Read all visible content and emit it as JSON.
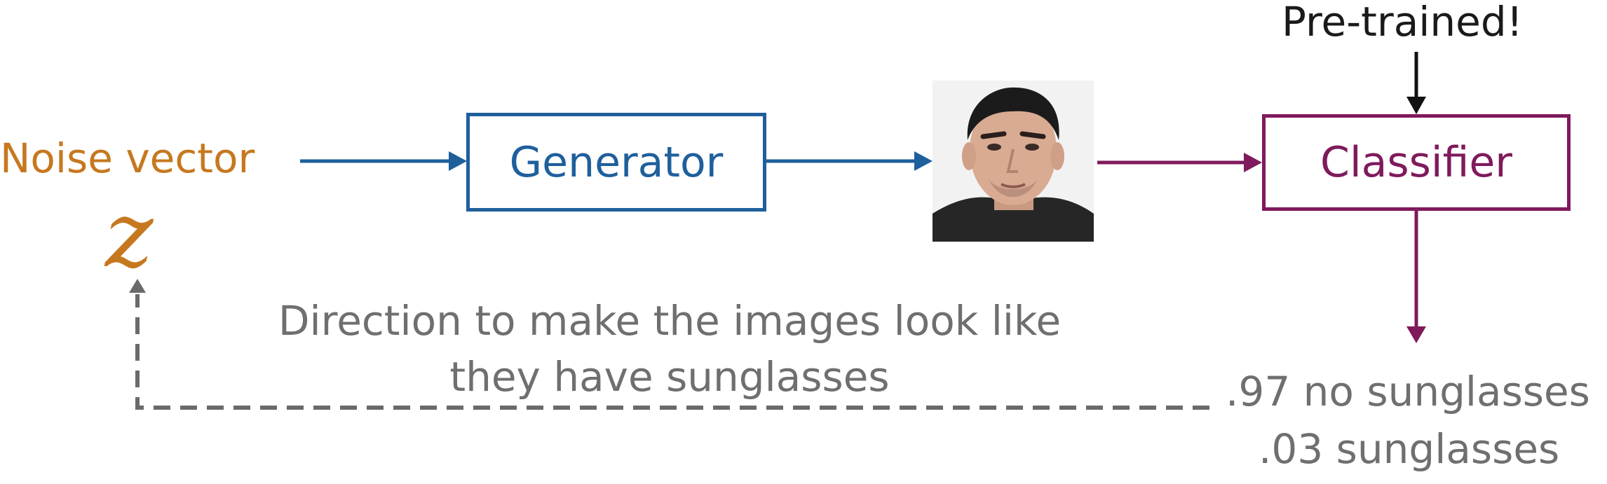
{
  "labels": {
    "noise": "Noise vector",
    "z": "z",
    "pretrained": "Pre-trained!",
    "direction": "Direction to make the images look like they have sunglasses"
  },
  "nodes": {
    "generator": "Generator",
    "classifier": "Classifier"
  },
  "outputs": {
    "no_sunglasses": ".97 no sunglasses",
    "sunglasses": ".03 sunglasses"
  },
  "image": {
    "icon": "generated-face-image"
  },
  "colors": {
    "noise": "#c6781f",
    "generator": "#1f5f9c",
    "classifier": "#7f1a5c",
    "gray_text": "#6f6f6f",
    "dashed": "#6a6a6a"
  }
}
